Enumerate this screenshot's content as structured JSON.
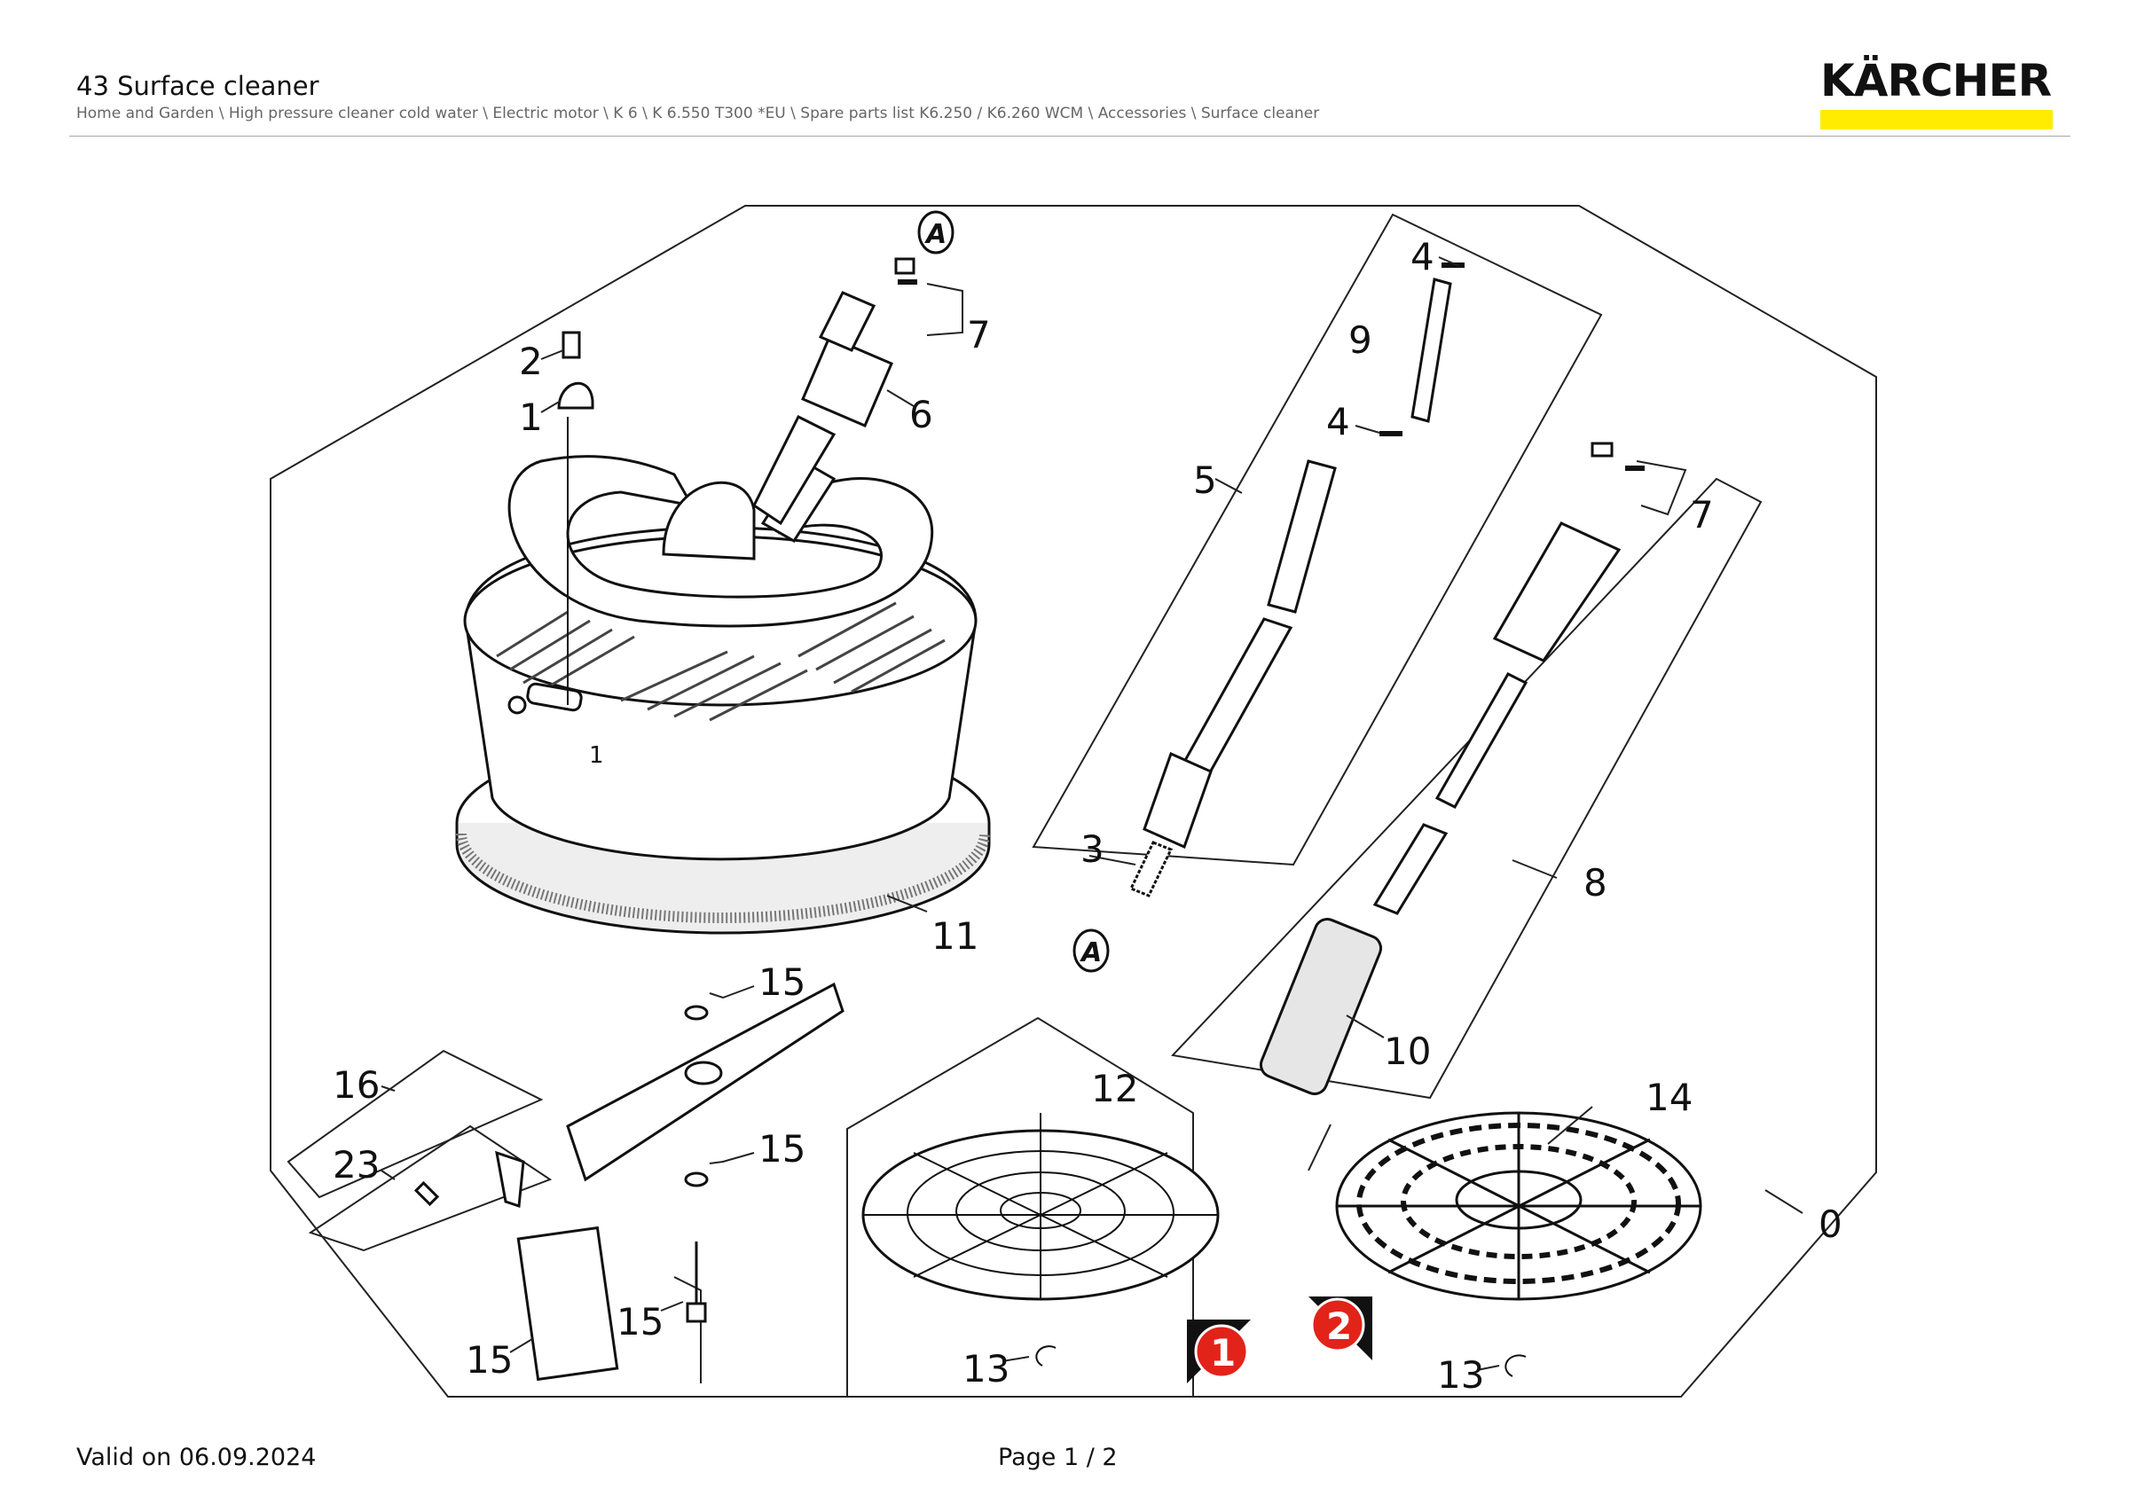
{
  "header": {
    "title": "43 Surface cleaner",
    "breadcrumb": "Home and Garden \\ High pressure cleaner cold water \\ Electric motor \\ K 6 \\ K 6.550 T300 *EU \\ Spare parts list K6.250 / K6.260 WCM \\ Accessories \\ Surface cleaner",
    "brand": "KÄRCHER",
    "brand_color": "#ffec00"
  },
  "diagram": {
    "callouts": {
      "c0": "0",
      "c1": "1",
      "c2": "2",
      "c3": "3",
      "c4a": "4",
      "c4b": "4",
      "c5": "5",
      "c6": "6",
      "c7a": "7",
      "c7b": "7",
      "c8": "8",
      "c9": "9",
      "c10": "10",
      "c11": "11",
      "c12": "12",
      "c13a": "13",
      "c13b": "13",
      "c14": "14",
      "c15a": "15",
      "c15b": "15",
      "c15c": "15",
      "c15d": "15",
      "c16": "16",
      "c23": "23"
    },
    "ref_markers": {
      "a_top": "A",
      "a_bottom": "A"
    },
    "variant_badges": {
      "v1": "1",
      "v2": "2"
    },
    "badge_color": "#e2231a",
    "detail_mark": "1"
  },
  "footer": {
    "valid": "Valid on 06.09.2024",
    "page": "Page 1 / 2"
  }
}
